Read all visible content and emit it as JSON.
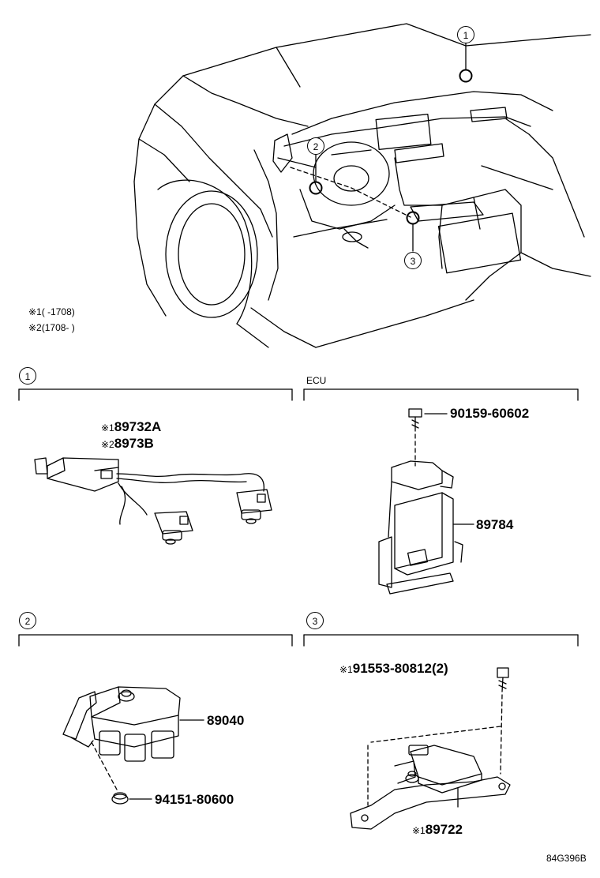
{
  "overview": {
    "callouts": [
      "1",
      "2",
      "3"
    ],
    "notes": [
      {
        "mark": "※1",
        "text": "(      -1708)"
      },
      {
        "mark": "※2",
        "text": "(1708-      )"
      }
    ]
  },
  "sections": [
    {
      "number": "1",
      "title": "",
      "parts": [
        {
          "mark": "※1",
          "number": "89732A"
        },
        {
          "mark": "※2",
          "number": "8973B"
        }
      ]
    },
    {
      "number": "",
      "title": "ECU",
      "parts": [
        {
          "mark": "",
          "number": "90159-60602"
        },
        {
          "mark": "",
          "number": "89784"
        }
      ]
    },
    {
      "number": "2",
      "title": "",
      "parts": [
        {
          "mark": "",
          "number": "89040"
        },
        {
          "mark": "",
          "number": "94151-80600"
        }
      ]
    },
    {
      "number": "3",
      "title": "",
      "parts": [
        {
          "mark": "※1",
          "number": "91553-80812(2)"
        },
        {
          "mark": "※1",
          "number": "89722"
        }
      ]
    }
  ],
  "figure_code": "84G396B"
}
